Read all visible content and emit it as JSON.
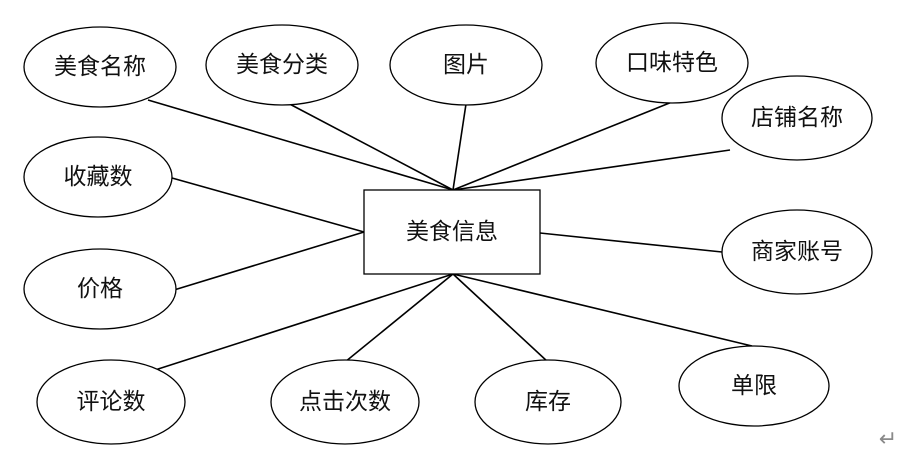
{
  "entity": {
    "label": "美食信息"
  },
  "attributes": [
    {
      "id": "food-name",
      "label": "美食名称"
    },
    {
      "id": "food-category",
      "label": "美食分类"
    },
    {
      "id": "image",
      "label": "图片"
    },
    {
      "id": "taste-feature",
      "label": "口味特色"
    },
    {
      "id": "shop-name",
      "label": "店铺名称"
    },
    {
      "id": "favorites-count",
      "label": "收藏数"
    },
    {
      "id": "merchant-account",
      "label": "商家账号"
    },
    {
      "id": "price",
      "label": "价格"
    },
    {
      "id": "comment-count",
      "label": "评论数"
    },
    {
      "id": "click-count",
      "label": "点击次数"
    },
    {
      "id": "stock",
      "label": "库存"
    },
    {
      "id": "purchase-limit",
      "label": "单限"
    }
  ],
  "paragraph_mark": "↵"
}
